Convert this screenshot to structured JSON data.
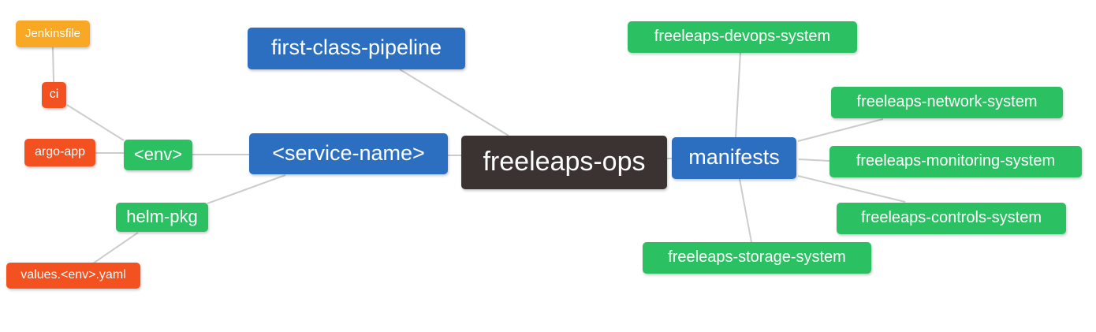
{
  "diagram": {
    "type": "mindmap",
    "root_label": "freeleaps-ops",
    "nodes": [
      {
        "id": "freeleaps-ops",
        "label": "freeleaps-ops",
        "role": "root"
      },
      {
        "id": "first-class-pipeline",
        "label": "first-class-pipeline",
        "role": "branch"
      },
      {
        "id": "service-name",
        "label": "<service-name>",
        "role": "branch"
      },
      {
        "id": "manifests",
        "label": "manifests",
        "role": "branch"
      },
      {
        "id": "env",
        "label": "<env>",
        "role": "green"
      },
      {
        "id": "helm-pkg",
        "label": "helm-pkg",
        "role": "green"
      },
      {
        "id": "ci",
        "label": "ci",
        "role": "red"
      },
      {
        "id": "argo-app",
        "label": "argo-app",
        "role": "red"
      },
      {
        "id": "jenkinsfile",
        "label": "Jenkinsfile",
        "role": "orange"
      },
      {
        "id": "values-env-yaml",
        "label": "values.<env>.yaml",
        "role": "red"
      },
      {
        "id": "devops-system",
        "label": "freeleaps-devops-system",
        "role": "green"
      },
      {
        "id": "network-system",
        "label": "freeleaps-network-system",
        "role": "green"
      },
      {
        "id": "monitoring-system",
        "label": "freeleaps-monitoring-system",
        "role": "green"
      },
      {
        "id": "controls-system",
        "label": "freeleaps-controls-system",
        "role": "green"
      },
      {
        "id": "storage-system",
        "label": "freeleaps-storage-system",
        "role": "green"
      }
    ],
    "edges": [
      {
        "from": "freeleaps-ops",
        "to": "first-class-pipeline"
      },
      {
        "from": "freeleaps-ops",
        "to": "service-name"
      },
      {
        "from": "freeleaps-ops",
        "to": "manifests"
      },
      {
        "from": "service-name",
        "to": "env"
      },
      {
        "from": "service-name",
        "to": "helm-pkg"
      },
      {
        "from": "env",
        "to": "ci"
      },
      {
        "from": "env",
        "to": "argo-app"
      },
      {
        "from": "ci",
        "to": "jenkinsfile"
      },
      {
        "from": "helm-pkg",
        "to": "values-env-yaml"
      },
      {
        "from": "manifests",
        "to": "devops-system"
      },
      {
        "from": "manifests",
        "to": "network-system"
      },
      {
        "from": "manifests",
        "to": "monitoring-system"
      },
      {
        "from": "manifests",
        "to": "controls-system"
      },
      {
        "from": "manifests",
        "to": "storage-system"
      }
    ],
    "colors": {
      "root": "#3a3331",
      "branch": "#2c6fc1",
      "green": "#2bc162",
      "orange": "#f8a825",
      "red": "#f3511f",
      "edge": "#cccccc",
      "text": "#ffffff"
    }
  }
}
